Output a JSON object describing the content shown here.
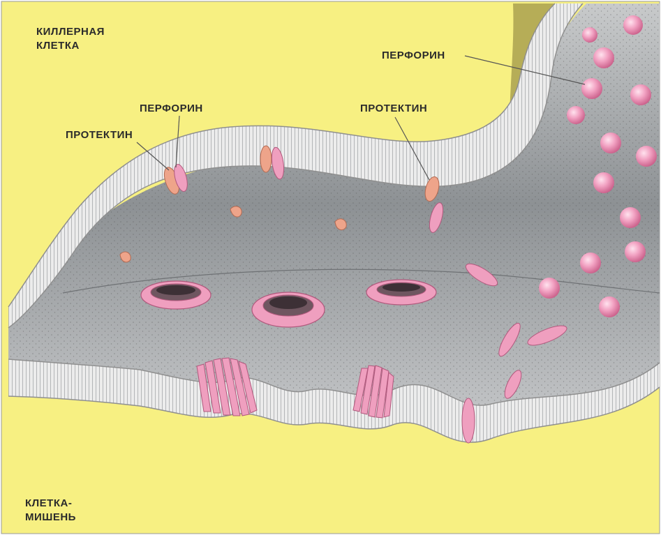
{
  "labels": {
    "killer_cell": [
      "КИЛЛЕРНАЯ",
      "КЛЕТКА"
    ],
    "target_cell": [
      "КЛЕТКА-",
      "МИШЕНЬ"
    ],
    "perforin": "ПЕРФОРИН",
    "protectin": "ПРОТЕКТИН"
  },
  "colors": {
    "background": "#f7f082",
    "membrane": "#e2e4e6",
    "cytoplasm": "#b9bcbf",
    "perforin": "#ef9fbf",
    "protectin": "#eea48a",
    "line": "#555555"
  }
}
